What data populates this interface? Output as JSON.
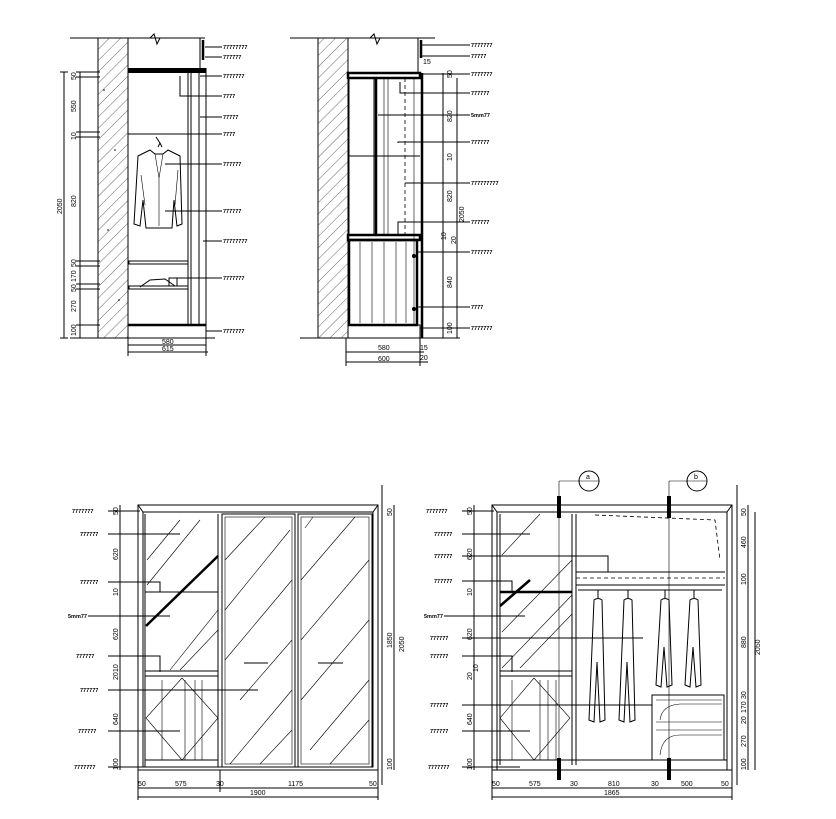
{
  "drawing1": {
    "labels": [
      "77777777",
      "777777",
      "7777777",
      "7777",
      "77777",
      "7777",
      "777777",
      "777777",
      "77777777",
      "7777777",
      "7777777"
    ],
    "dims_left": [
      "50",
      "550",
      "10",
      "820",
      "50",
      "170",
      "50",
      "270",
      "100"
    ],
    "overall": "2050",
    "dims_bottom": [
      "580",
      "615"
    ]
  },
  "drawing2": {
    "labels": [
      "7777777",
      "77777",
      "7777777",
      "777777",
      "5mm77",
      "777777",
      "777777777",
      "777777",
      "7777777",
      "7777",
      "7777777"
    ],
    "dims_right": [
      "15",
      "50",
      "820",
      "10",
      "820",
      "10",
      "20",
      "840",
      "100"
    ],
    "overall": "2050",
    "dims_bottom": [
      "580",
      "15",
      "600",
      "20"
    ]
  },
  "drawing3": {
    "labels": [
      "7777777",
      "777777",
      "777777",
      "5mm77",
      "777777",
      "777777",
      "777777",
      "7777777"
    ],
    "dims_left": [
      "50",
      "620",
      "10",
      "620",
      "20",
      "10",
      "640",
      "100"
    ],
    "dims_right": [
      "50",
      "1850",
      "100"
    ],
    "overall": "2050",
    "dims_bottom": [
      "50",
      "575",
      "30",
      "1175",
      "50"
    ],
    "total_width": "1900"
  },
  "drawing4": {
    "labels": [
      "7777777",
      "777777",
      "777777",
      "777777",
      "5mm77",
      "777777",
      "777777",
      "777777",
      "777777",
      "7777777"
    ],
    "dims_left": [
      "50",
      "620",
      "10",
      "620",
      "20",
      "10",
      "640",
      "100"
    ],
    "dims_right": [
      "50",
      "460",
      "100",
      "880",
      "30",
      "170",
      "20",
      "270",
      "100"
    ],
    "overall": "2050",
    "dims_bottom": [
      "50",
      "575",
      "30",
      "810",
      "30",
      "500",
      "50"
    ],
    "total_width": "1865",
    "section_markers": [
      "a",
      "b"
    ]
  }
}
